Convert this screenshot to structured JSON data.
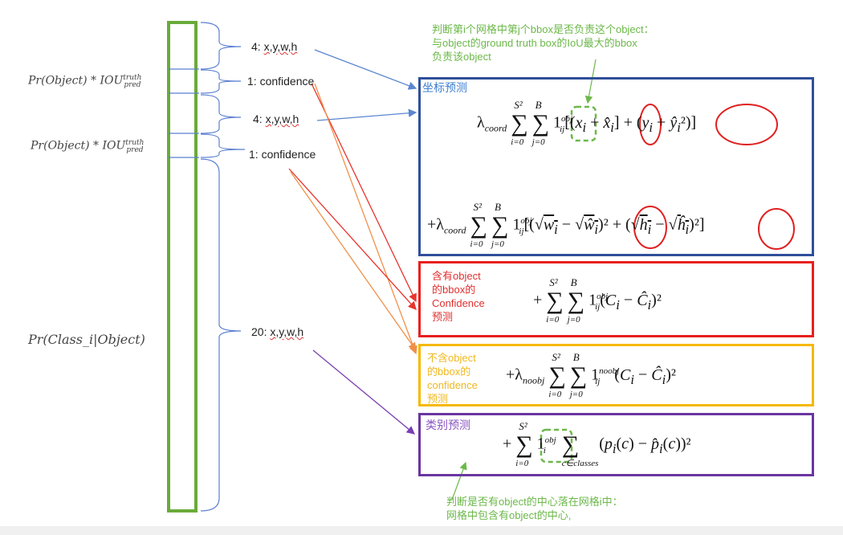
{
  "left_labels": {
    "conf_formula_1": "Pr(Object) * IOU",
    "conf_formula_1_sup": "truth",
    "conf_formula_1_sub": "pred",
    "conf_formula_2": "Pr(Object) * IOU",
    "conf_formula_2_sup": "truth",
    "conf_formula_2_sub": "pred",
    "class_formula": "Pr(Class_i|Object)"
  },
  "vector_labels": [
    {
      "count": "4:",
      "text": "x,y,w,h"
    },
    {
      "count": "1:",
      "text": "confidence"
    },
    {
      "count": "4:",
      "text": "x,y,w,h"
    },
    {
      "count": "1:",
      "text": "confidence"
    },
    {
      "count": "20:",
      "text": "x,y,w,h"
    }
  ],
  "annotations": {
    "top": [
      "判断第i个网格中第j个bbox是否负责这个object：",
      "与object的ground truth box的IoU最大的bbox",
      "负责该object"
    ],
    "bottom": [
      "判断是否有object的中心落在网格i中：",
      "网格中包含有object的中心,"
    ]
  },
  "boxes": {
    "coord": {
      "label": "坐标预测",
      "color": "#2f4f9a"
    },
    "obj_conf": {
      "label": [
        "含有object",
        "的bbox的",
        "Confidence",
        "预测"
      ],
      "color": "#e8201e"
    },
    "noobj_conf": {
      "label": [
        "不含object",
        "的bbox的",
        "confidence",
        "预测"
      ],
      "color": "#f5b800"
    },
    "class": {
      "label": "类别预测",
      "color": "#6a35a0"
    }
  },
  "colors": {
    "vector": "#6aaa3a",
    "brace": "#5b7fd0",
    "arrow_blue": "#5b86d0",
    "arrow_red": "#e8342c",
    "arrow_orange": "#f0904a",
    "arrow_purple": "#7a3fb0"
  }
}
